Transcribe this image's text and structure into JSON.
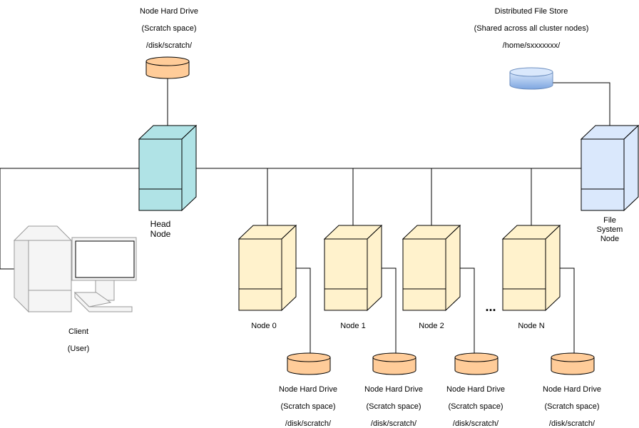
{
  "head_drive": {
    "line1": "Node Hard Drive",
    "line2": "(Scratch space)",
    "line3": "/disk/scratch/"
  },
  "file_store": {
    "line1": "Distributed File Store",
    "line2": "(Shared across all cluster nodes)",
    "line3": "/home/sxxxxxxx/"
  },
  "head_node": {
    "line1": "Head",
    "line2": "Node"
  },
  "fs_node": {
    "line1": "File",
    "line2": "System",
    "line3": "Node"
  },
  "client": {
    "line1": "Client",
    "line2": "(User)"
  },
  "ellipsis": "...",
  "nodes": [
    {
      "label": "Node 0",
      "drive": {
        "line1": "Node Hard Drive",
        "line2": "(Scratch space)",
        "line3": "/disk/scratch/"
      }
    },
    {
      "label": "Node 1",
      "drive": {
        "line1": "Node Hard Drive",
        "line2": "(Scratch space)",
        "line3": "/disk/scratch/"
      }
    },
    {
      "label": "Node 2",
      "drive": {
        "line1": "Node Hard Drive",
        "line2": "(Scratch space)",
        "line3": "/disk/scratch/"
      }
    },
    {
      "label": "Node N",
      "drive": {
        "line1": "Node Hard Drive",
        "line2": "(Scratch space)",
        "line3": "/disk/scratch/"
      }
    }
  ],
  "colors": {
    "head_node_fill": "#b0e3e6",
    "fs_node_fill": "#dae8fc",
    "compute_node_fill": "#fff2cc",
    "scratch_drive_fill": "#ffcc99",
    "file_store_fill": "#a9c4eb",
    "client_fill": "#f5f5f5",
    "stroke": "#000000"
  }
}
